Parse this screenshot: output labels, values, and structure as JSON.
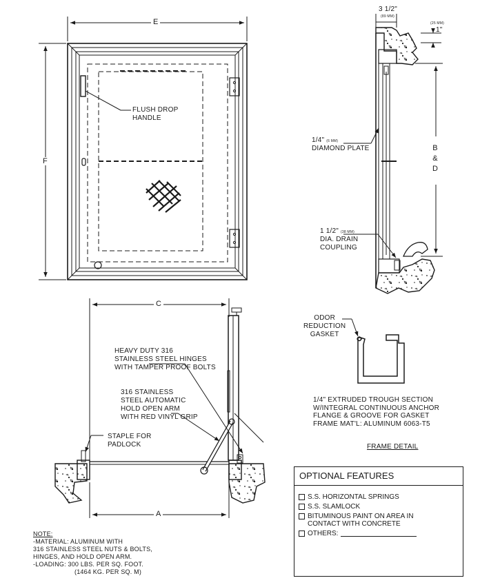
{
  "plan_view": {
    "width_label": "E",
    "height_label": "F",
    "handle_note": [
      "FLUSH DROP",
      "HANDLE"
    ]
  },
  "section_view": {
    "overall_label": "C",
    "clear_label": "A",
    "hinge_note": [
      "HEAVY DUTY 316",
      "STAINLESS STEEL HINGES",
      "WITH TAMPER PROOF BOLTS"
    ],
    "arm_note": [
      "316 STAINLESS",
      "STEEL AUTOMATIC",
      "HOLD OPEN ARM",
      "WITH RED VINYL GRIP"
    ],
    "staple_note": [
      "STAPLE FOR",
      "PADLOCK"
    ]
  },
  "side_section": {
    "frame_width": "3 1/2\"",
    "frame_width_mm": "(89 MM)",
    "lip_mm": "(25 MM)",
    "lip": "1\"",
    "depth_label": [
      "B",
      "&",
      "D"
    ],
    "plate_size": "1/4\"",
    "plate_size_mm": "(6 MM)",
    "plate_name": "DIAMOND PLATE",
    "drain_size": "1 1/2\"",
    "drain_size_mm": "(38 MM)",
    "drain_note": [
      "DIA. DRAIN",
      "COUPLING"
    ]
  },
  "frame_detail": {
    "gasket_note": [
      "ODOR",
      "REDUCTION",
      "GASKET"
    ],
    "description": [
      "1/4\" EXTRUDED TROUGH SECTION",
      "W/INTEGRAL CONTINUOUS ANCHOR",
      "FLANGE & GROOVE FOR GASKET",
      "FRAME MAT'L: ALUMINUM 6063-T5"
    ],
    "caption": "FRAME DETAIL"
  },
  "optional_features": {
    "title": "OPTIONAL FEATURES",
    "items": [
      {
        "label": "S.S. HORIZONTAL SPRINGS",
        "checked": false
      },
      {
        "label": "S.S. SLAMLOCK",
        "checked": false
      },
      {
        "label": "BITUMINOUS PAINT ON AREA IN",
        "label2": "CONTACT WITH CONCRETE",
        "checked": false
      },
      {
        "label": "OTHERS:",
        "checked": false
      }
    ]
  },
  "note": {
    "heading": "NOTE:",
    "lines": [
      "-MATERIAL: ALUMINUM WITH",
      "316 STAINLESS STEEL NUTS & BOLTS,",
      "HINGES, AND HOLD OPEN ARM.",
      "-LOADING: 300 LBS. PER SQ. FOOT.",
      "(1464 KG. PER SQ. M)"
    ]
  },
  "colors": {
    "ink": "#1a1a1a",
    "paper": "#ffffff"
  }
}
